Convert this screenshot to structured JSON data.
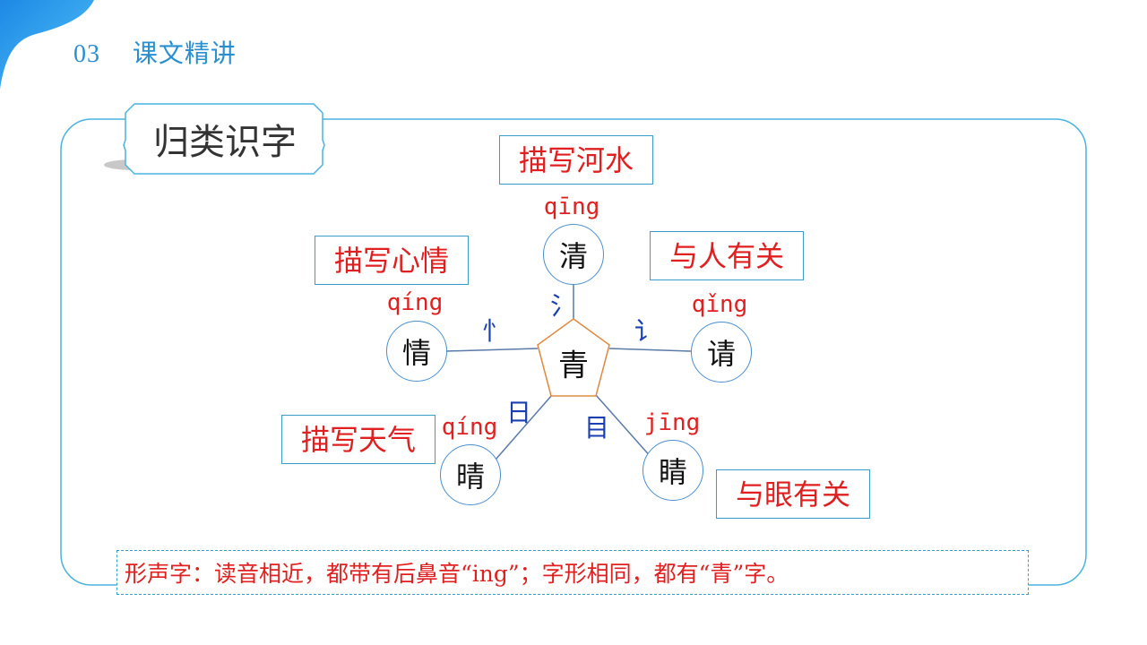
{
  "header": {
    "section_number": "03",
    "section_title": "课文精讲"
  },
  "tag": {
    "title": "归类识字"
  },
  "center": {
    "char": "青"
  },
  "labels": {
    "top": "描写河水",
    "upper_left": "描写心情",
    "upper_right": "与人有关",
    "lower_left": "描写天气",
    "lower_right": "与眼有关"
  },
  "nodes": [
    {
      "char": "清",
      "pinyin": "qīng",
      "radical": "氵"
    },
    {
      "char": "情",
      "pinyin": "qíng",
      "radical": "忄"
    },
    {
      "char": "请",
      "pinyin": "qǐng",
      "radical": "讠"
    },
    {
      "char": "晴",
      "pinyin": "qíng",
      "radical": "日"
    },
    {
      "char": "睛",
      "pinyin": "jīng",
      "radical": "目"
    }
  ],
  "note": "形声字：读音相近，都带有后鼻音“ing”；字形相同，都有“青”字。",
  "colors": {
    "accent_blue": "#2a8fd1",
    "label_red": "#e02020",
    "radical_blue": "#1a3fb0",
    "pentagon_orange": "#e08a40"
  }
}
